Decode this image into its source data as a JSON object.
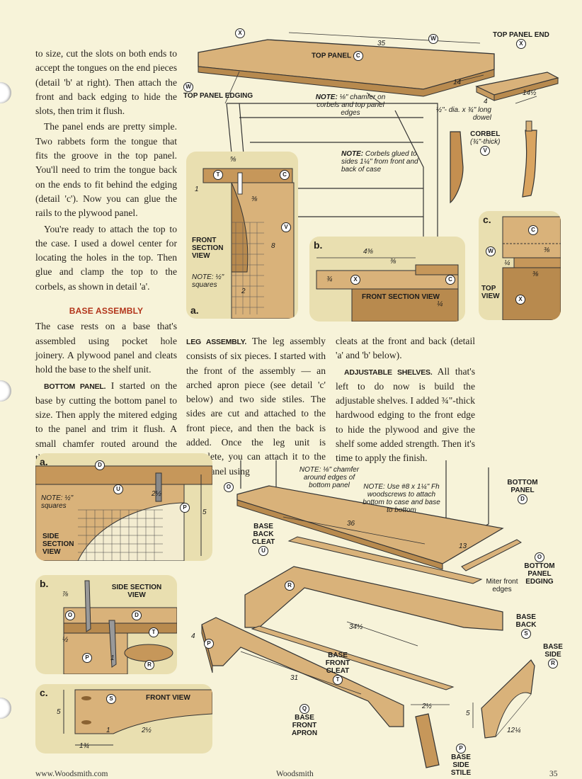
{
  "col1": {
    "para1": "to size, cut the slots on both ends to accept the tongues on the end pieces (detail 'b' at right). Then attach the front and back edging to hide the slots, then trim it flush.",
    "para2": "The panel ends are pretty simple. Two rabbets form the tongue that fits the groove in the top panel. You'll need to trim the tongue back on the ends to fit behind the edging (detail 'c'). Now you can glue the rails to the plywood panel.",
    "para3": "You're ready to attach the top to the case. I used a dowel center for locating the holes in the top. Then glue and clamp the top to the corbels, as shown in detail 'a'.",
    "heading": "BASE ASSEMBLY",
    "para4": "The case rests on a base that's assembled using pocket hole joinery. A plywood panel and cleats hold the base to the shelf unit.",
    "para5_runin": "BOTTOM PANEL.",
    "para5": " I started on the base by cutting the bottom panel to size. Then apply the mitered edging to the panel and trim it flush. A small chamfer routed around the three finished sides of the panel will finish it up (detail 'b' below). Use a few screws to attach the bottom panel to the case before moving on to the leg assembly."
  },
  "col2": {
    "runin": "LEG ASSEMBLY.",
    "text": " The leg assembly consists of six pieces. I started with the front of the assembly — an arched apron piece (see detail 'c' below) and two side stiles. The sides are cut and attached to the front piece, and then the back is added. Once the leg unit is complete, you can attach it to the base panel using"
  },
  "col3": {
    "text1": "cleats at the front and back (detail 'a' and 'b' below).",
    "runin": "ADJUSTABLE SHELVES.",
    "text2": " All that's left to do now is build the adjustable shelves. I added ¾\"-thick hardwood edging to the front edge to hide the plywood and give the shelf some added strength. Then it's time to apply the finish."
  },
  "top_labels": {
    "top_panel": "TOP PANEL",
    "top_panel_c": "C",
    "dim_35": "35",
    "dim_14": "14",
    "dim_4": "4",
    "dim_14half": "14½",
    "top_panel_end": "TOP PANEL END",
    "top_panel_edging": "TOP PANEL EDGING",
    "note_chamfer_bold": "NOTE:",
    "note_chamfer": " ⅛\" chamfer on corbels and top panel edges",
    "dowel": "½\"- dia. x ¾\" long dowel",
    "corbel": "CORBEL",
    "corbel_thick": "(¾\"-thick)",
    "note_corbels_bold": "NOTE:",
    "note_corbels": " Corbels glued to sides 1¼\" from front and back of case",
    "circ_x": "X",
    "circ_w": "W",
    "circ_v": "V",
    "circ_t": "T",
    "circ_c": "C"
  },
  "detail_a_top": {
    "letter": "a.",
    "dim_58": "⅝",
    "dim_1": "1",
    "dim_38": "⅜",
    "dim_8": "8",
    "dim_2": "2",
    "view": "FRONT SECTION VIEW",
    "note": "NOTE: ½\" squares"
  },
  "detail_b_top": {
    "letter": "b.",
    "dim_438": "4⅜",
    "dim_38": "⅜",
    "dim_34": "¾",
    "dim_14": "¼",
    "view": "FRONT SECTION VIEW"
  },
  "detail_c_top": {
    "letter": "c.",
    "dim_38a": "⅜",
    "dim_14": "¼",
    "dim_38b": "⅜",
    "view": "TOP VIEW"
  },
  "bottom_labels": {
    "note_chamfer": "NOTE: ⅛\" chamfer around edges of bottom panel",
    "note_screws": "NOTE: Use #8 x 1¼\" Fh woodscrews to attach bottom to case and base to bottom",
    "bottom_panel": "BOTTOM PANEL",
    "circ_d": "D",
    "circ_o": "O",
    "circ_u": "U",
    "circ_r": "R",
    "circ_s": "S",
    "circ_t": "T",
    "circ_p": "P",
    "circ_q": "Q",
    "base_back_cleat": "BASE BACK CLEAT",
    "dim_36": "36",
    "dim_13": "13",
    "bottom_panel_edging": "BOTTOM PANEL EDGING",
    "miter": "Miter front edges",
    "dim_3412": "34½",
    "base_back": "BASE BACK",
    "base_side": "BASE SIDE",
    "base_front_cleat": "BASE FRONT CLEAT",
    "dim_4": "4",
    "dim_31": "31",
    "base_front_apron": "BASE FRONT APRON",
    "dim_212": "2½",
    "dim_5": "5",
    "dim_1214": "12¼",
    "base_side_stile": "BASE SIDE STILE"
  },
  "detail_a_bot": {
    "letter": "a.",
    "note": "NOTE: ½\" squares",
    "dim_212": "2½",
    "dim_5": "5",
    "view": "SIDE SECTION VIEW"
  },
  "detail_b_bot": {
    "letter": "b.",
    "view": "SIDE SECTION VIEW",
    "dim_78": "⅞",
    "dim_12": "½",
    "dim_1": "1"
  },
  "detail_c_bot": {
    "letter": "c.",
    "view": "FRONT VIEW",
    "dim_5": "5",
    "dim_1": "1",
    "dim_212": "2½",
    "dim_134": "1¾"
  },
  "footer": {
    "left": "www.Woodsmith.com",
    "center": "Woodsmith",
    "right": "35"
  },
  "colors": {
    "paper": "#f7f3d9",
    "wood": "#d9b27a",
    "wood_dark": "#b88a4e",
    "detail_bg": "#e9dfb0",
    "heading": "#b2341a"
  }
}
